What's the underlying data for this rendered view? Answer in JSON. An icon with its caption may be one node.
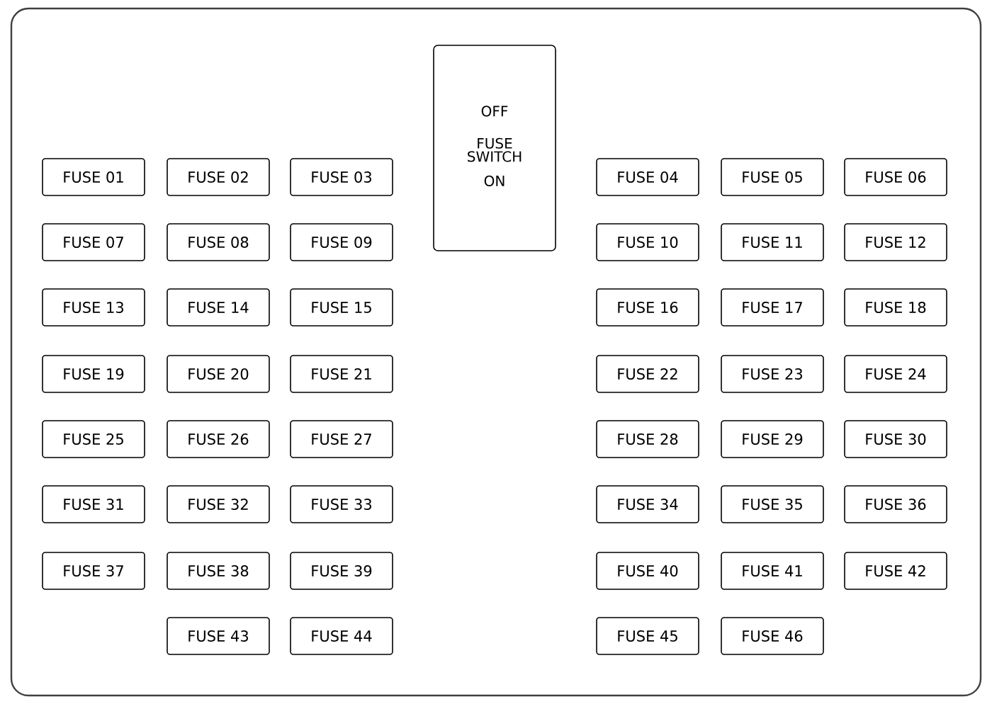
{
  "diagram": {
    "nodes": [
      {
        "text": [
          "OFF",
          "FUSE SWITCH",
          "ON"
        ]
      },
      {
        "text": [
          "FUSE 01"
        ]
      },
      {
        "text": [
          "FUSE 02"
        ]
      },
      {
        "text": [
          "FUSE 03"
        ]
      },
      {
        "text": [
          "FUSE 04"
        ]
      },
      {
        "text": [
          "FUSE 05"
        ]
      },
      {
        "text": [
          "FUSE 06"
        ]
      },
      {
        "text": [
          "FUSE 07"
        ]
      },
      {
        "text": [
          "FUSE 08"
        ]
      },
      {
        "text": [
          "FUSE 09"
        ]
      },
      {
        "text": [
          "FUSE 10"
        ]
      },
      {
        "text": [
          "FUSE 11"
        ]
      },
      {
        "text": [
          "FUSE 12"
        ]
      },
      {
        "text": [
          "FUSE 13"
        ]
      },
      {
        "text": [
          "FUSE 14"
        ]
      },
      {
        "text": [
          "FUSE 15"
        ]
      },
      {
        "text": [
          "FUSE 16"
        ]
      },
      {
        "text": [
          "FUSE 17"
        ]
      },
      {
        "text": [
          "FUSE 18"
        ]
      },
      {
        "text": [
          "FUSE 19"
        ]
      },
      {
        "text": [
          "FUSE 20"
        ]
      },
      {
        "text": [
          "FUSE 21"
        ]
      },
      {
        "text": [
          "FUSE 22"
        ]
      },
      {
        "text": [
          "FUSE 23"
        ]
      },
      {
        "text": [
          "FUSE 24"
        ]
      },
      {
        "text": [
          "FUSE 25"
        ]
      },
      {
        "text": [
          "FUSE 26"
        ]
      },
      {
        "text": [
          "FUSE 27"
        ]
      },
      {
        "text": [
          "FUSE 28"
        ]
      },
      {
        "text": [
          "FUSE 29"
        ]
      },
      {
        "text": [
          "FUSE 30"
        ]
      },
      {
        "text": [
          "FUSE 31"
        ]
      },
      {
        "text": [
          "FUSE 32"
        ]
      },
      {
        "text": [
          "FUSE 33"
        ]
      },
      {
        "text": [
          "FUSE 34"
        ]
      },
      {
        "text": [
          "FUSE 35"
        ]
      },
      {
        "text": [
          "FUSE 36"
        ]
      },
      {
        "text": [
          "FUSE 37"
        ]
      },
      {
        "text": [
          "FUSE 38"
        ]
      },
      {
        "text": [
          "FUSE 39"
        ]
      },
      {
        "text": [
          "FUSE 40"
        ]
      },
      {
        "text": [
          "FUSE 41"
        ]
      },
      {
        "text": [
          "FUSE 42"
        ]
      },
      {
        "text": [
          "FUSE 43"
        ]
      },
      {
        "text": [
          "FUSE 44"
        ]
      },
      {
        "text": [
          "FUSE 45"
        ]
      },
      {
        "text": [
          "FUSE 46"
        ]
      }
    ]
  }
}
